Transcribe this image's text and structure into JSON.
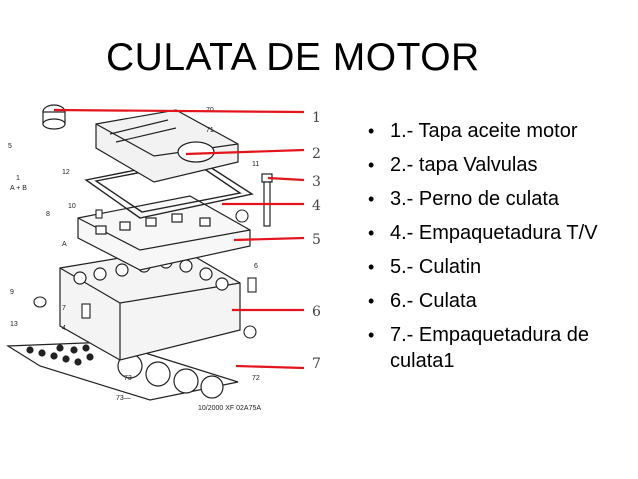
{
  "slide": {
    "title": "CULATA DE MOTOR",
    "bullets": [
      "1.- Tapa aceite motor",
      "2.- tapa Valvulas",
      "3.- Perno de culata",
      "4.- Empaquetadura T/V",
      "5.- Culatin",
      "6.- Culata",
      "7.- Empaquetadura de culata1"
    ],
    "bullet_glyph": "•"
  },
  "diagram": {
    "callouts": [
      "1",
      "2",
      "3",
      "4",
      "5",
      "6",
      "7"
    ],
    "part_labels": [
      "70",
      "71",
      "5",
      "12",
      "11",
      "13",
      "9",
      "8",
      "10",
      "A",
      "6",
      "7",
      "4",
      "72",
      "73",
      "73—"
    ],
    "view_label_top": "1",
    "view_label_bottom": "A + B",
    "footer_label": "10/2000  XF 02A75A",
    "colors": {
      "callout_line": "#e3141c",
      "drawing": "#222222"
    }
  }
}
